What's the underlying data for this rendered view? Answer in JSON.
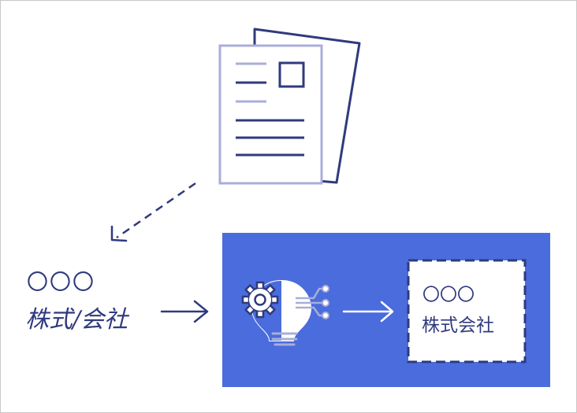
{
  "handwritten": {
    "line1": "〇〇〇",
    "line2": "株式/会社"
  },
  "output_card": {
    "line1": "〇〇〇",
    "line2": "株式会社"
  },
  "colors": {
    "navy": "#2f3a7e",
    "lavender": "#a9aed8",
    "panel_blue": "#4a6cdc",
    "white": "#ffffff"
  }
}
